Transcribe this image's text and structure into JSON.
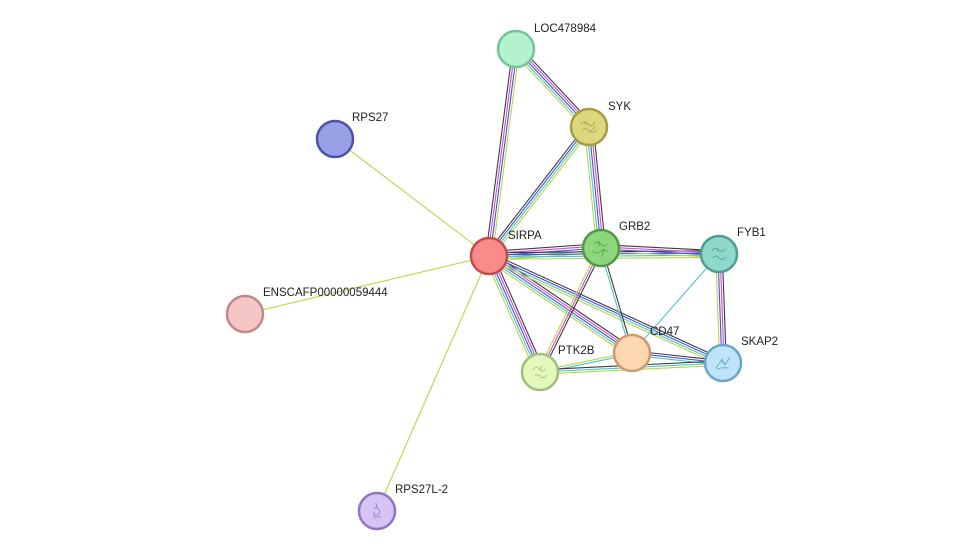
{
  "network": {
    "nodes": [
      {
        "id": "SIRPA",
        "label": "SIRPA",
        "fill": "#fb8a8a",
        "stroke": "#c24c4c",
        "has_structure": false
      },
      {
        "id": "LOC478984",
        "label": "LOC478984",
        "fill": "#b3f2cc",
        "stroke": "#74c497",
        "has_structure": false
      },
      {
        "id": "SYK",
        "label": "SYK",
        "fill": "#dcd77e",
        "stroke": "#a59d42",
        "has_structure": true
      },
      {
        "id": "RPS27",
        "label": "RPS27",
        "fill": "#9aa0e6",
        "stroke": "#4c53a6",
        "has_structure": false
      },
      {
        "id": "GRB2",
        "label": "GRB2",
        "fill": "#8ed67d",
        "stroke": "#4f9a42",
        "has_structure": true
      },
      {
        "id": "FYB1",
        "label": "FYB1",
        "fill": "#8fd8cc",
        "stroke": "#4b9e92",
        "has_structure": true
      },
      {
        "id": "ENSCAFP00000059444",
        "label": "ENSCAFP00000059444",
        "fill": "#f5c6c6",
        "stroke": "#c48787",
        "has_structure": false
      },
      {
        "id": "CD47",
        "label": "CD47",
        "fill": "#fdd6b2",
        "stroke": "#cd9b6a",
        "has_structure": false
      },
      {
        "id": "PTK2B",
        "label": "PTK2B",
        "fill": "#e3f8bb",
        "stroke": "#9fc17c",
        "has_structure": true
      },
      {
        "id": "SKAP2",
        "label": "SKAP2",
        "fill": "#bde4f8",
        "stroke": "#6aa6c7",
        "has_structure": true
      },
      {
        "id": "RPS27L-2",
        "label": "RPS27L-2",
        "fill": "#d6c4f5",
        "stroke": "#9076c2",
        "has_structure": true
      }
    ],
    "edges": [
      {
        "source": "SIRPA",
        "target": "RPS27",
        "colors": [
          "#b9d645"
        ]
      },
      {
        "source": "SIRPA",
        "target": "ENSCAFP00000059444",
        "colors": [
          "#b9d645"
        ]
      },
      {
        "source": "SIRPA",
        "target": "RPS27L-2",
        "colors": [
          "#b9d645"
        ]
      },
      {
        "source": "SIRPA",
        "target": "LOC478984",
        "colors": [
          "#3d3d3d",
          "#d44ad1",
          "#4a4fd6",
          "#b9d645"
        ]
      },
      {
        "source": "SIRPA",
        "target": "SYK",
        "colors": [
          "#3d3d3d",
          "#4a4fd6",
          "#4ec4c8",
          "#b9d645"
        ]
      },
      {
        "source": "SIRPA",
        "target": "GRB2",
        "colors": [
          "#3d3d3d",
          "#d44ad1",
          "#4a4fd6",
          "#4ec4c8",
          "#b9d645"
        ]
      },
      {
        "source": "SIRPA",
        "target": "FYB1",
        "colors": [
          "#3d3d3d",
          "#4a4fd6",
          "#4ec4c8",
          "#b9d645"
        ]
      },
      {
        "source": "SIRPA",
        "target": "CD47",
        "colors": [
          "#3d3d3d",
          "#d44ad1",
          "#4a4fd6",
          "#4ec4c8",
          "#b9d645"
        ]
      },
      {
        "source": "SIRPA",
        "target": "PTK2B",
        "colors": [
          "#3d3d3d",
          "#d44ad1",
          "#4a4fd6",
          "#4ec4c8",
          "#b9d645"
        ]
      },
      {
        "source": "SIRPA",
        "target": "SKAP2",
        "colors": [
          "#3d3d3d",
          "#4a4fd6",
          "#4ec4c8",
          "#b9d645"
        ]
      },
      {
        "source": "LOC478984",
        "target": "SYK",
        "colors": [
          "#3d3d3d",
          "#d44ad1",
          "#4a4fd6",
          "#4ec4c8",
          "#b9d645"
        ]
      },
      {
        "source": "SYK",
        "target": "GRB2",
        "colors": [
          "#3d3d3d",
          "#d44ad1",
          "#4a4fd6",
          "#4ec4c8",
          "#b9d645"
        ]
      },
      {
        "source": "GRB2",
        "target": "FYB1",
        "colors": [
          "#3d3d3d",
          "#d44ad1",
          "#4a4fd6",
          "#b9d645"
        ]
      },
      {
        "source": "GRB2",
        "target": "PTK2B",
        "colors": [
          "#3d3d3d",
          "#d44ad1",
          "#b9d645"
        ]
      },
      {
        "source": "GRB2",
        "target": "CD47",
        "colors": [
          "#3d3d3d",
          "#4ec4c8"
        ]
      },
      {
        "source": "FYB1",
        "target": "CD47",
        "colors": [
          "#4ec4c8"
        ]
      },
      {
        "source": "FYB1",
        "target": "SKAP2",
        "colors": [
          "#3d3d3d",
          "#d44ad1",
          "#4a4fd6",
          "#b9d645"
        ]
      },
      {
        "source": "CD47",
        "target": "PTK2B",
        "colors": [
          "#4ec4c8",
          "#b9d645"
        ]
      },
      {
        "source": "CD47",
        "target": "SKAP2",
        "colors": [
          "#3d3d3d",
          "#4a4fd6",
          "#4ec4c8"
        ]
      },
      {
        "source": "PTK2B",
        "target": "SKAP2",
        "colors": [
          "#3d3d3d",
          "#4ec4c8",
          "#b9d645"
        ]
      }
    ]
  }
}
